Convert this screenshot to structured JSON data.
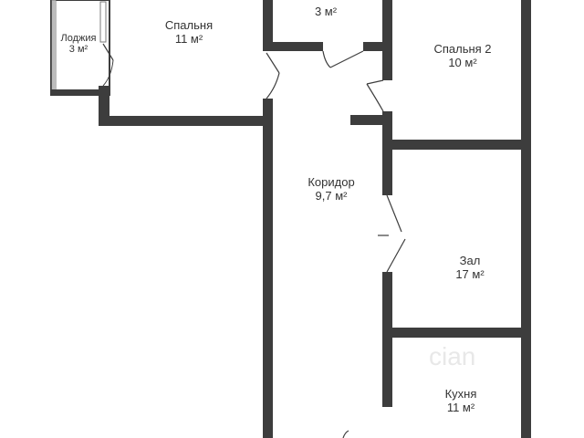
{
  "plan": {
    "wall_color": "#3d3d3d",
    "door_color": "#3d3d3d",
    "window_color": "#7a7a7a",
    "watermark": "cian",
    "rooms": {
      "loggia": {
        "name": "Лоджия",
        "area": "3 м²"
      },
      "bedroom1": {
        "name": "Спальня",
        "area": "11 м²"
      },
      "bath": {
        "name": "",
        "area": "3 м²"
      },
      "bedroom2": {
        "name": "Спальня 2",
        "area": "10 м²"
      },
      "corridor": {
        "name": "Коридор",
        "area": "9,7 м²"
      },
      "hall": {
        "name": "Зал",
        "area": "17 м²"
      },
      "kitchen": {
        "name": "Кухня",
        "area": "11 м²"
      }
    }
  }
}
